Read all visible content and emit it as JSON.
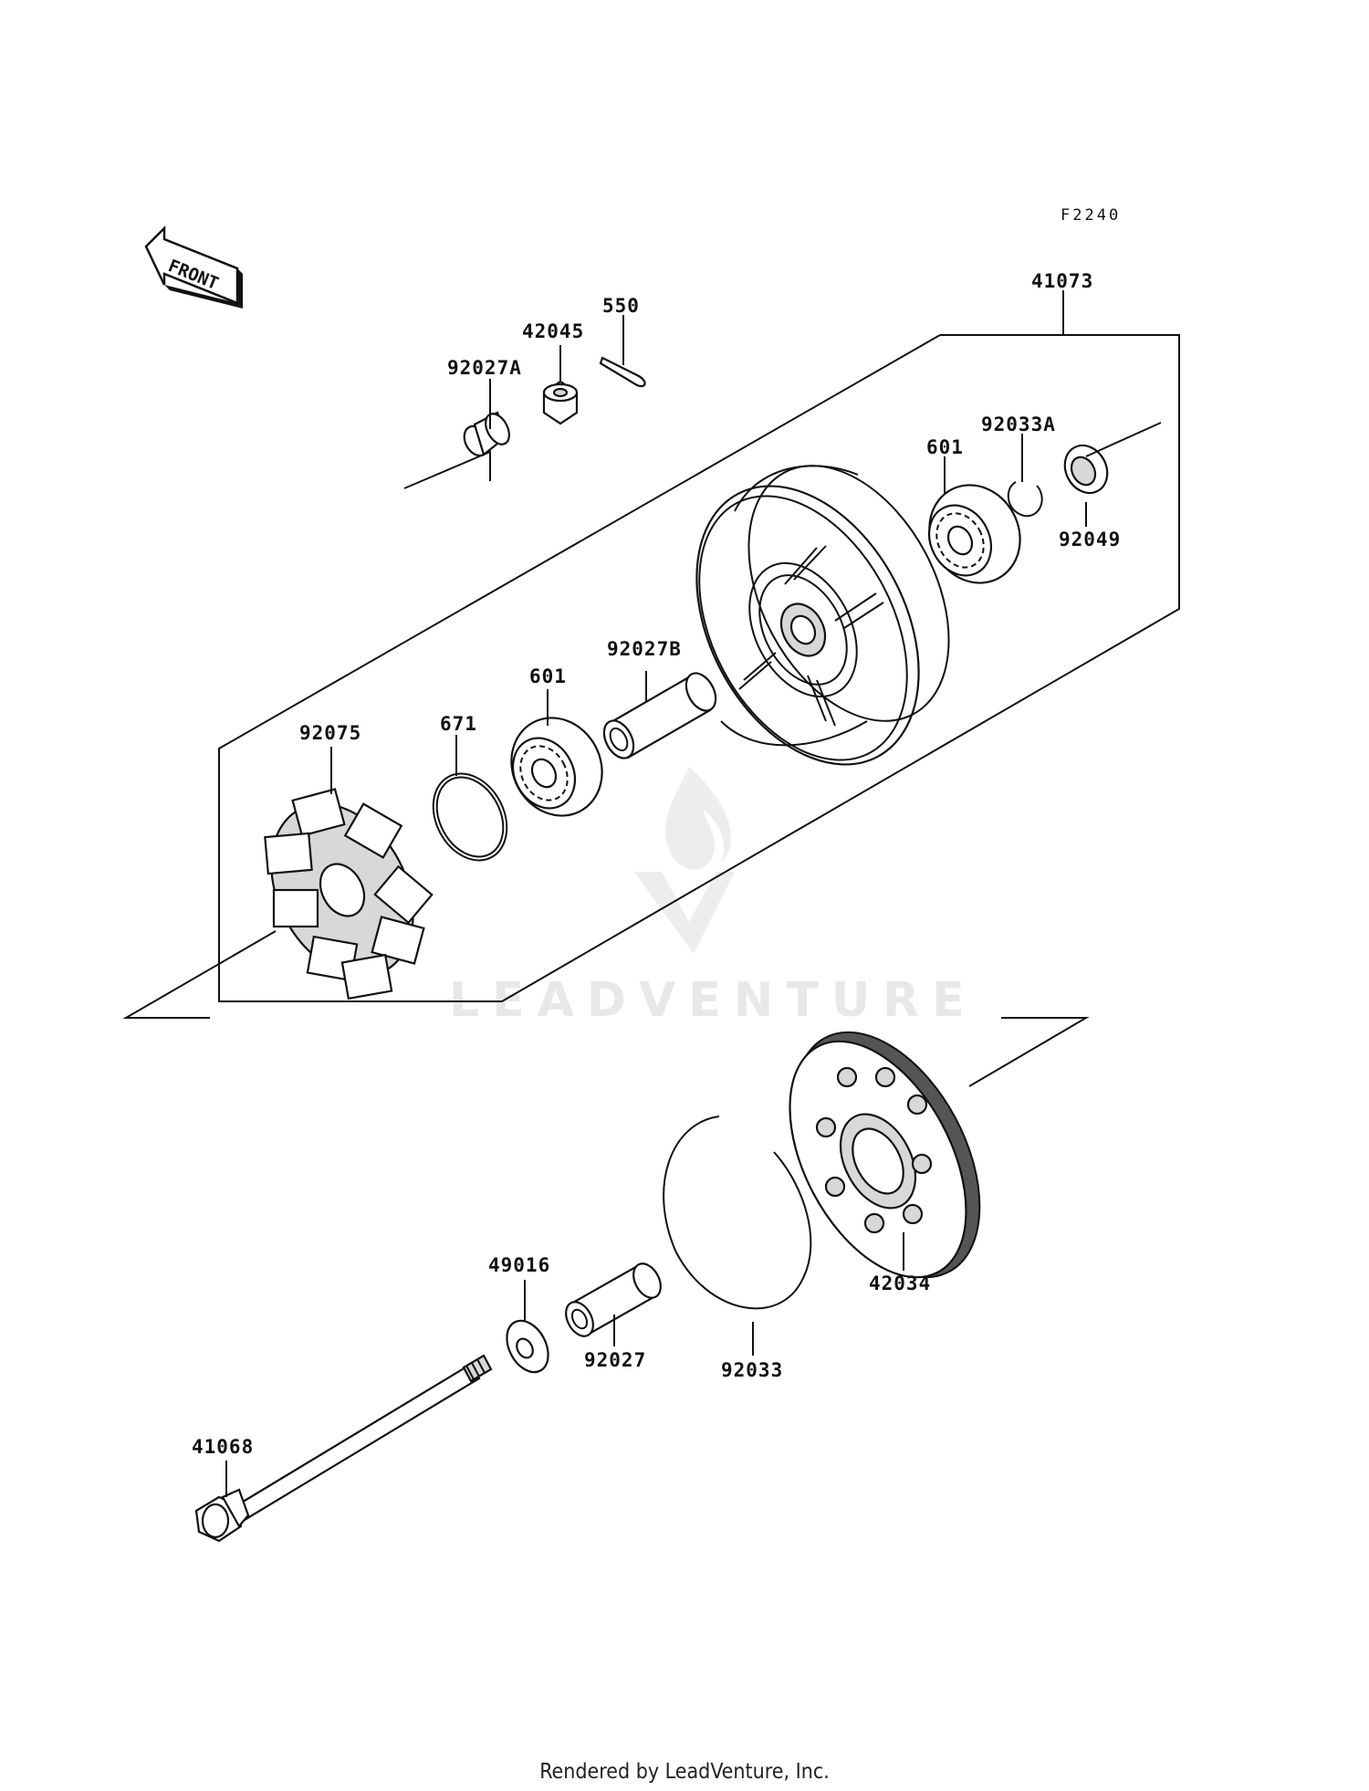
{
  "diagram": {
    "figure_code": "F2240",
    "front_label": "FRONT",
    "watermark": "LEADVENTURE",
    "footer": "Rendered by LeadVenture, Inc.",
    "parts": [
      {
        "id": "p-41073",
        "label": "41073"
      },
      {
        "id": "p-550",
        "label": "550"
      },
      {
        "id": "p-42045",
        "label": "42045"
      },
      {
        "id": "p-92027a",
        "label": "92027A"
      },
      {
        "id": "p-92033a",
        "label": "92033A"
      },
      {
        "id": "p-601-top",
        "label": "601"
      },
      {
        "id": "p-92049",
        "label": "92049"
      },
      {
        "id": "p-92027b",
        "label": "92027B"
      },
      {
        "id": "p-601-mid",
        "label": "601"
      },
      {
        "id": "p-92075",
        "label": "92075"
      },
      {
        "id": "p-671",
        "label": "671"
      },
      {
        "id": "p-49016",
        "label": "49016"
      },
      {
        "id": "p-92027",
        "label": "92027"
      },
      {
        "id": "p-92033",
        "label": "92033"
      },
      {
        "id": "p-42034",
        "label": "42034"
      },
      {
        "id": "p-41068",
        "label": "41068"
      }
    ]
  }
}
